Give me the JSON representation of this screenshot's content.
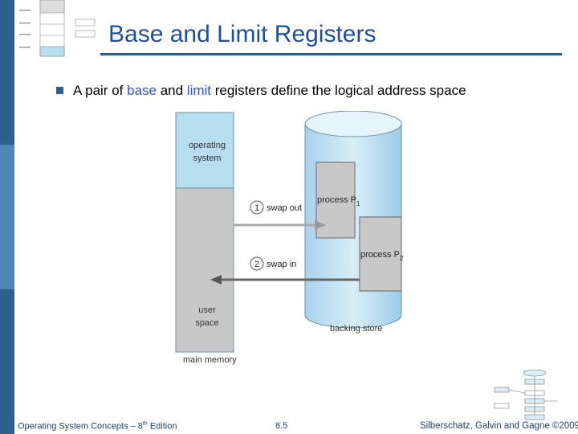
{
  "slide": {
    "title": "Base and Limit Registers",
    "bullet": {
      "before": "A pair of ",
      "base": "base",
      "between": " and ",
      "limit": "limit",
      "after": " registers define the logical address space"
    }
  },
  "diagram": {
    "os_label_1": "operating",
    "os_label_2": "system",
    "user_label_1": "user",
    "user_label_2": "space",
    "main_memory_label": "main memory",
    "backing_store_label": "backing store",
    "process_1_label": "process P",
    "process_1_sub": "1",
    "process_2_label": "process P",
    "process_2_sub": "2",
    "swap_out_num": "1",
    "swap_out_label": "swap out",
    "swap_in_num": "2",
    "swap_in_label": "swap in"
  },
  "footer": {
    "book_prefix": "Operating System Concepts – 8",
    "book_sup": "th",
    "book_suffix": " Edition",
    "page_number": "8.5",
    "copyright": "Silberschatz, Galvin and Gagne ©2009"
  },
  "colors": {
    "title": "#1f4f9a",
    "keyword": "#3050d0",
    "sidebar": "#2f5f8f",
    "memory_top": "#b8dcf0",
    "memory_user": "#c8c8c8",
    "cylinder": "#b8dcf0"
  }
}
